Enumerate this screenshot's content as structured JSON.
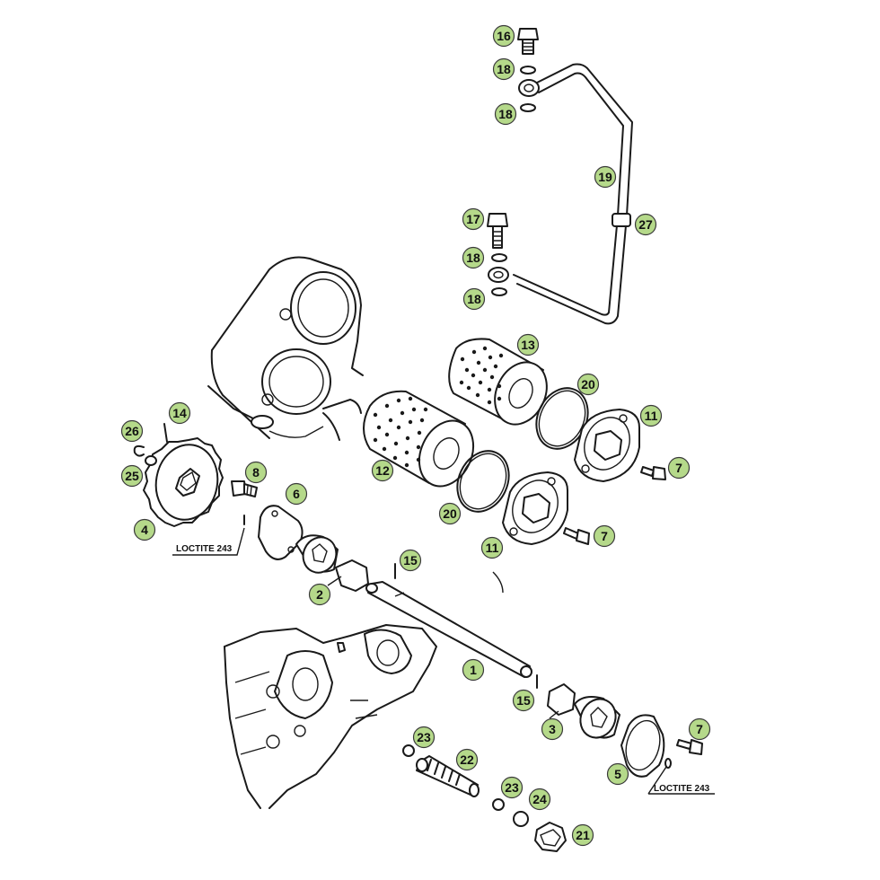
{
  "colors": {
    "callout_fill": "#b5d98a",
    "line": "#1a1a1a",
    "background": "#ffffff"
  },
  "callouts": [
    {
      "id": "c16",
      "label": "16"
    },
    {
      "id": "c18a",
      "label": "18"
    },
    {
      "id": "c18b",
      "label": "18"
    },
    {
      "id": "c19",
      "label": "19"
    },
    {
      "id": "c17",
      "label": "17"
    },
    {
      "id": "c27",
      "label": "27"
    },
    {
      "id": "c18c",
      "label": "18"
    },
    {
      "id": "c18d",
      "label": "18"
    },
    {
      "id": "c13",
      "label": "13"
    },
    {
      "id": "c20a",
      "label": "20"
    },
    {
      "id": "c11a",
      "label": "11"
    },
    {
      "id": "c14",
      "label": "14"
    },
    {
      "id": "c26",
      "label": "26"
    },
    {
      "id": "c25",
      "label": "25"
    },
    {
      "id": "c12",
      "label": "12"
    },
    {
      "id": "c7a",
      "label": "7"
    },
    {
      "id": "c8",
      "label": "8"
    },
    {
      "id": "c6",
      "label": "6"
    },
    {
      "id": "c20b",
      "label": "20"
    },
    {
      "id": "c4",
      "label": "4"
    },
    {
      "id": "c11b",
      "label": "11"
    },
    {
      "id": "c7b",
      "label": "7"
    },
    {
      "id": "c15a",
      "label": "15"
    },
    {
      "id": "c2",
      "label": "2"
    },
    {
      "id": "c1",
      "label": "1"
    },
    {
      "id": "c15b",
      "label": "15"
    },
    {
      "id": "c7c",
      "label": "7"
    },
    {
      "id": "c3",
      "label": "3"
    },
    {
      "id": "c23a",
      "label": "23"
    },
    {
      "id": "c22",
      "label": "22"
    },
    {
      "id": "c5",
      "label": "5"
    },
    {
      "id": "c23b",
      "label": "23"
    },
    {
      "id": "c24",
      "label": "24"
    },
    {
      "id": "c21",
      "label": "21"
    }
  ],
  "notes": [
    {
      "id": "loctite-left",
      "text": "LOCTITE 243"
    },
    {
      "id": "loctite-right",
      "text": "LOCTITE 243"
    }
  ]
}
